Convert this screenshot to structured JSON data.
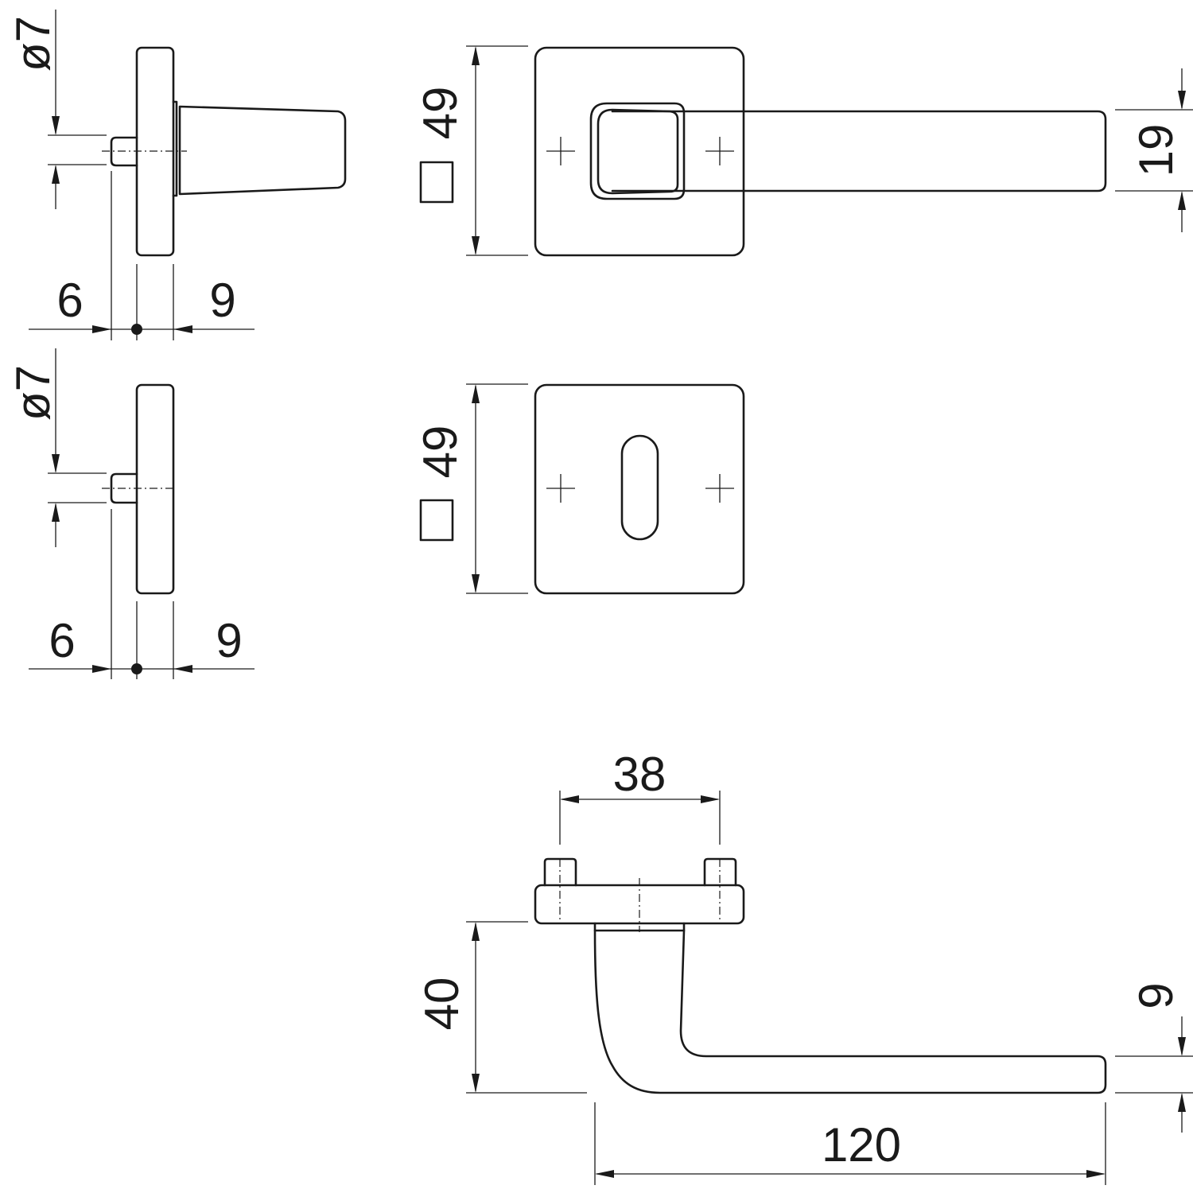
{
  "colors": {
    "line": "#1a1a1a",
    "background": "#ffffff"
  },
  "dimensions": {
    "rose_side_dia": "ø7",
    "rose_side_left": "6",
    "rose_side_right": "9",
    "rose_front_size": "49",
    "handle_width": "19",
    "escutcheon_side_dia": "ø7",
    "escutcheon_side_left": "6",
    "escutcheon_side_right": "9",
    "escutcheon_front_size": "49",
    "fixing_spacing": "38",
    "handle_projection": "40",
    "handle_thickness": "9",
    "handle_length": "120"
  }
}
